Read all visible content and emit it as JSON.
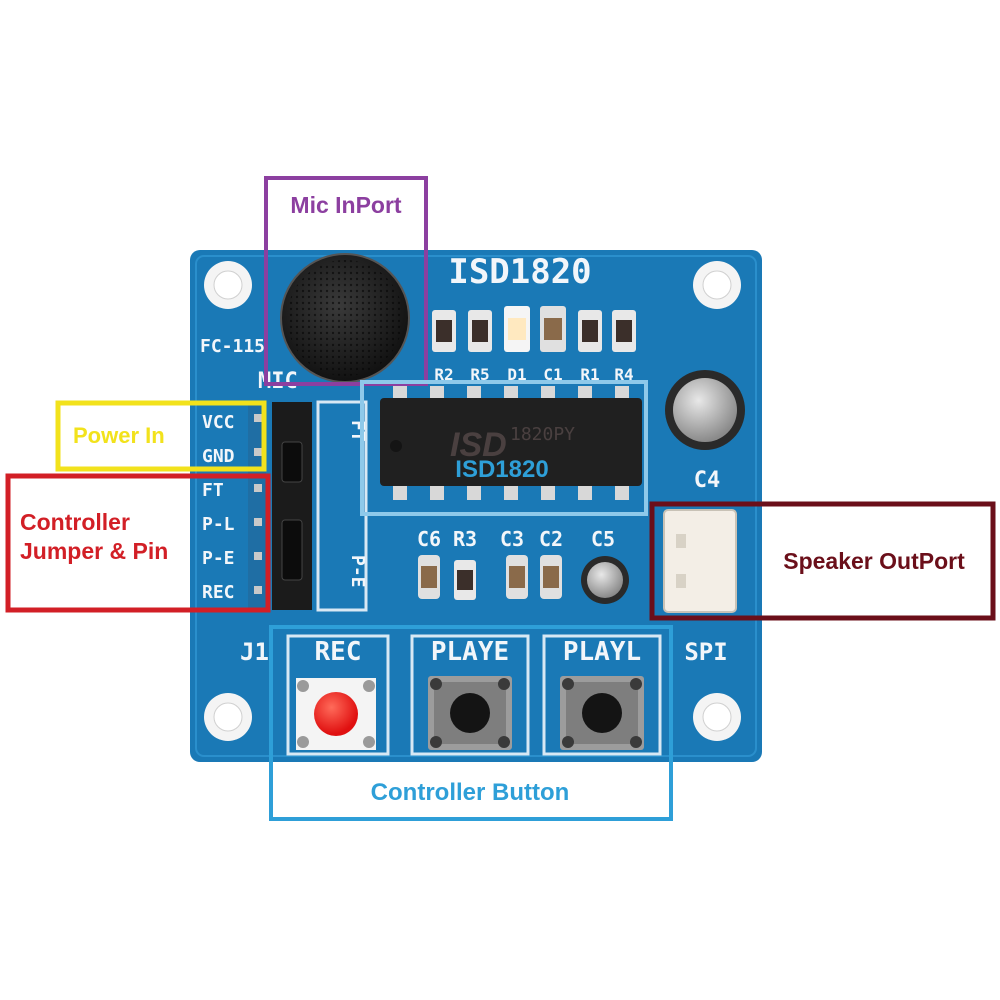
{
  "board": {
    "title": "ISD1820",
    "model": "FC-115",
    "mic_silk": "MIC",
    "chip_marking": [
      "ISD",
      "1820PY"
    ],
    "pins": [
      "VCC",
      "GND",
      "FT",
      "P-L",
      "P-E",
      "REC"
    ],
    "jumper_silk": [
      "FT",
      "P-E"
    ],
    "header_silk": "J1",
    "top_components": [
      "R2",
      "R5",
      "D1",
      "C1",
      "R1",
      "R4"
    ],
    "middle_components": [
      "C6",
      "R3",
      "C3",
      "C2",
      "C5"
    ],
    "capacitor_silk": "C4",
    "speaker_silk": "SPI",
    "buttons": [
      "REC",
      "PLAYE",
      "PLAYL"
    ]
  },
  "callouts": {
    "mic": "Mic InPort",
    "chip": "ISD1820",
    "power": "Power In",
    "controller_pins": [
      "Controller",
      "Jumper & Pin"
    ],
    "speaker": "Speaker OutPort",
    "buttons": "Controller Button"
  },
  "colors": {
    "board": "#1a79b6",
    "mic_callout": "#8c3fa0",
    "chip_callout": "#8ec9ea",
    "power_callout": "#f2e21c",
    "controller_callout": "#d21f26",
    "speaker_callout": "#6b0f1a",
    "button_callout": "#2e9fd8"
  }
}
